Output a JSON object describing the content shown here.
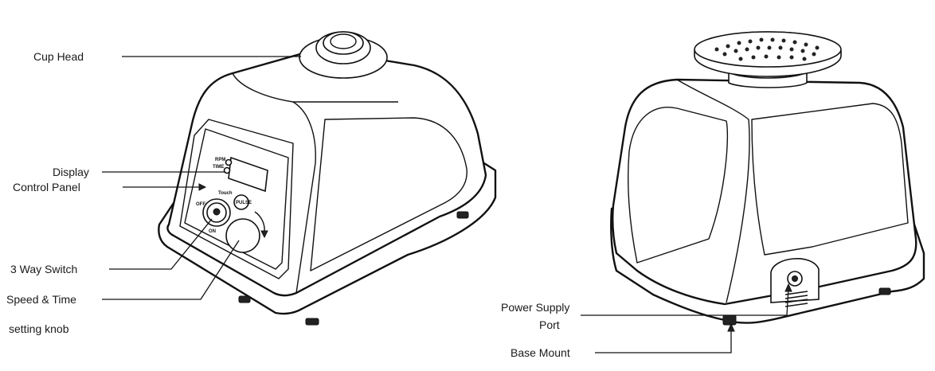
{
  "labels": {
    "cup_head": "Cup Head",
    "display": "Display",
    "control_panel": "Control Panel",
    "three_way_switch": "3 Way Switch",
    "speed_time": "Speed & Time",
    "setting_knob": "setting knob",
    "power_supply_1": "Power Supply",
    "power_supply_2": "Port",
    "base_mount": "Base Mount"
  },
  "panel": {
    "rpm": "RPM",
    "time": "TIME",
    "touch": "Touch",
    "off": "OFF",
    "on": "ON",
    "pulse": "PULSE"
  }
}
